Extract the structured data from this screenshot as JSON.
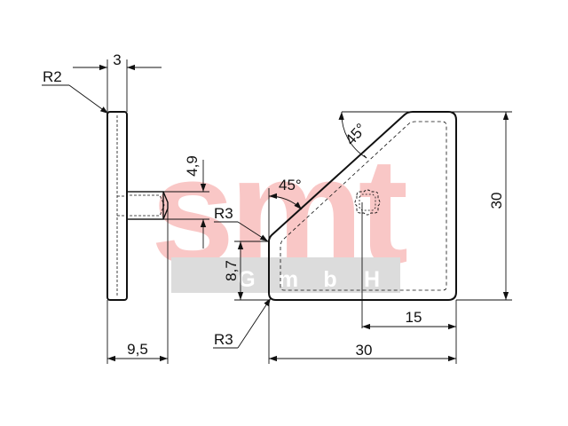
{
  "watermark": {
    "brand": "smt",
    "subtitle_letters": [
      "G",
      "m",
      "b",
      "H"
    ],
    "brand_color": "#f9c7c6",
    "band_color": "#dcdcdc"
  },
  "side_view": {
    "thickness_label": "3",
    "corner_radius_label": "R2",
    "pin_height_label": "4,9",
    "total_depth_label": "9,5"
  },
  "front_view": {
    "chamfer_angle_top_label": "45°",
    "chamfer_angle_inner_label": "45°",
    "inner_radius_label": "R3",
    "outer_radius_label": "R3",
    "edge_height_label": "8,7",
    "height_label": "30",
    "hole_offset_label": "15",
    "width_label": "30"
  },
  "colors": {
    "line": "#111111",
    "background": "#ffffff"
  }
}
